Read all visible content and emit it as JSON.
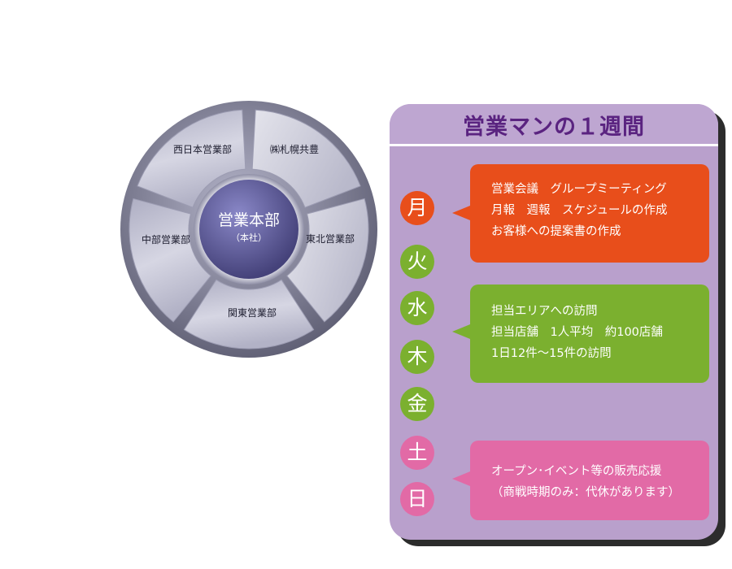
{
  "org_wheel": {
    "hub": {
      "title": "営業本部",
      "subtitle": "（本社）"
    },
    "segments": [
      {
        "key": "nishinihon",
        "label": "西日本営業部"
      },
      {
        "key": "sapporo",
        "label": "㈱札幌共豊"
      },
      {
        "key": "tohoku",
        "label": "東北営業部"
      },
      {
        "key": "kanto",
        "label": "関東営業部"
      },
      {
        "key": "chubu",
        "label": "中部営業部"
      }
    ]
  },
  "week": {
    "title": "営業マンの１週間",
    "days": [
      {
        "key": "mon",
        "char": "月",
        "color": "#e84e1b"
      },
      {
        "key": "tue",
        "char": "火",
        "color": "#7bb02f"
      },
      {
        "key": "wed",
        "char": "水",
        "color": "#7bb02f"
      },
      {
        "key": "thu",
        "char": "木",
        "color": "#7bb02f"
      },
      {
        "key": "fri",
        "char": "金",
        "color": "#7bb02f"
      },
      {
        "key": "sat",
        "char": "土",
        "color": "#e26aa6"
      },
      {
        "key": "sun",
        "char": "日",
        "color": "#e26aa6"
      }
    ],
    "bubbles": {
      "monday": {
        "color": "#e84e1b",
        "lines": [
          "営業会議　グループミーティング",
          "月報　週報　スケジュールの作成",
          "お客様への提案書の作成"
        ]
      },
      "midweek": {
        "color": "#7bb02f",
        "lines": [
          "担当エリアへの訪問",
          "担当店舗　1人平均　約100店舗",
          "1日12件～15件の訪問"
        ]
      },
      "weekend": {
        "color": "#e26aa6",
        "lines": [
          "オープン･イベント等の販売応援",
          "（商戦時期のみ：代休があります）"
        ]
      }
    }
  }
}
